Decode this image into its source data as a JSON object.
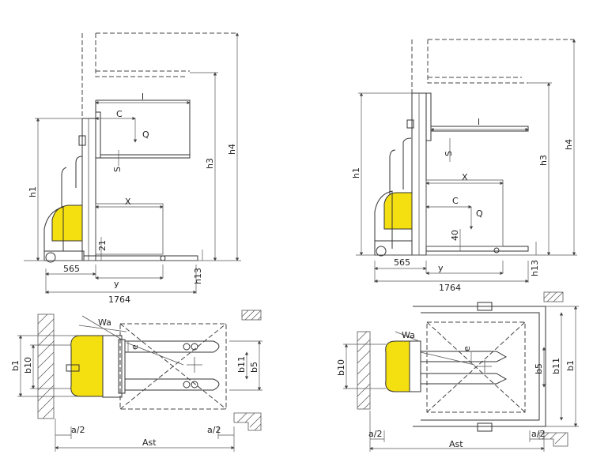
{
  "colors": {
    "body_yellow": "#f4df10",
    "line": "#333333"
  },
  "top_left": {
    "l": "l",
    "c": "C",
    "q": "Q",
    "s": "S",
    "x": "X",
    "h1": "h1",
    "h3": "h3",
    "h4": "h4",
    "h13": "h13",
    "v21": "21",
    "v565": "565",
    "y": "y",
    "v1764": "1764"
  },
  "top_right": {
    "l": "l",
    "c": "C",
    "q": "Q",
    "s": "S",
    "x": "X",
    "h1": "h1",
    "h3": "h3",
    "h4": "h4",
    "h13": "h13",
    "v40": "40",
    "v565": "565",
    "y": "y",
    "v1764": "1764"
  },
  "bottom_left": {
    "wa": "Wa",
    "e": "e",
    "b1": "b1",
    "b10": "b10",
    "b11": "b11",
    "b5": "b5",
    "a2_left": "a/2",
    "a2_right": "a/2",
    "ast": "Ast"
  },
  "bottom_right": {
    "wa": "Wa",
    "e": "e",
    "b10": "b10",
    "b5": "b5",
    "b11": "b11",
    "b1": "b1",
    "a2_left": "a/2",
    "a2_right": "a/2",
    "ast": "Ast"
  }
}
